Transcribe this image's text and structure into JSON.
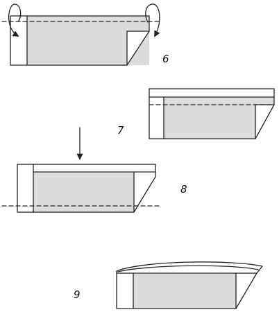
{
  "colors": {
    "line": "#222222",
    "panel_fill": "#dcdcdc",
    "paper": "#ffffff"
  },
  "steps": {
    "six": {
      "label": "6"
    },
    "seven": {
      "label": "7"
    },
    "eight": {
      "label": "8"
    },
    "nine": {
      "label": "9"
    }
  }
}
